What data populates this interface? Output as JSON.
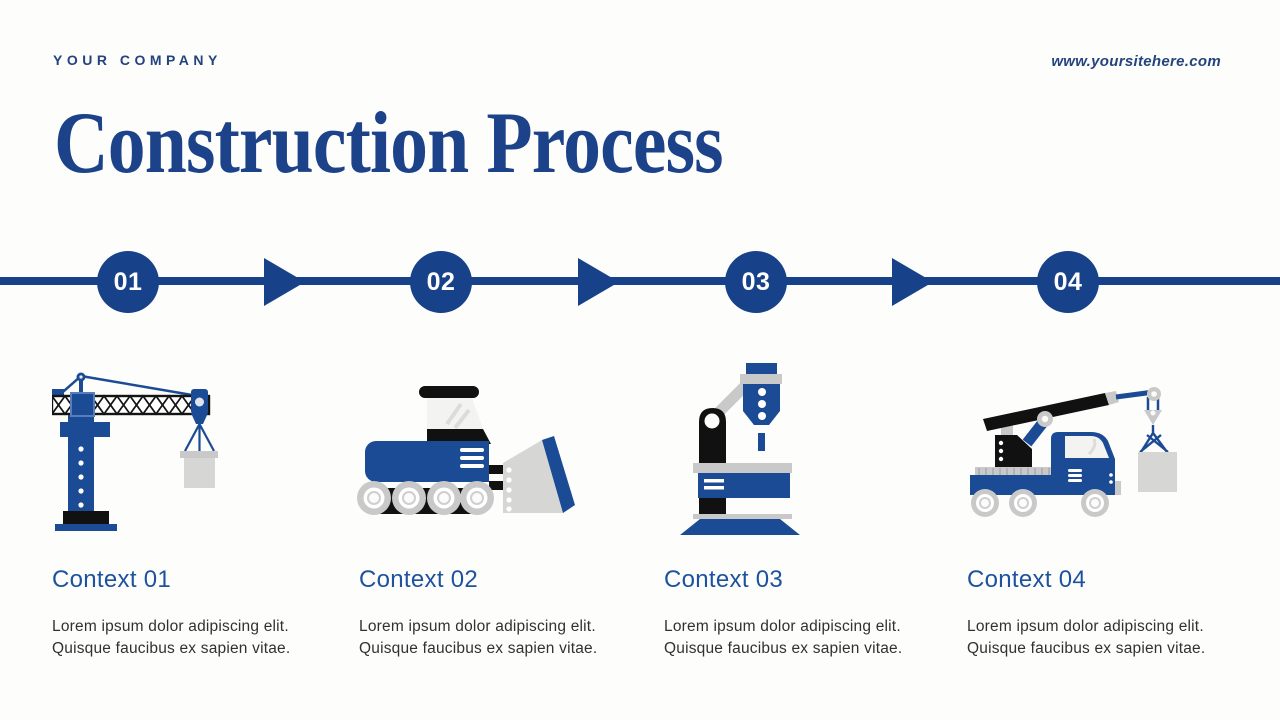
{
  "header": {
    "company": "YOUR COMPANY",
    "website": "www.yoursitehere.com"
  },
  "title": "Construction Process",
  "colors": {
    "primary_navy": "#17428a",
    "title_blue": "#1c4289",
    "heading_blue": "#1d529e",
    "icon_blue": "#1c4b96",
    "body_text": "#313131",
    "background": "#fdfdfb"
  },
  "steps": [
    {
      "number": "01",
      "icon": "tower-crane-icon",
      "heading": "Context 01",
      "body": [
        "Lorem ipsum dolor adipiscing elit.",
        "Quisque faucibus ex sapien vitae."
      ]
    },
    {
      "number": "02",
      "icon": "bulldozer-icon",
      "heading": "Context 02",
      "body": [
        "Lorem ipsum dolor adipiscing elit.",
        "Quisque faucibus ex sapien vitae."
      ]
    },
    {
      "number": "03",
      "icon": "pile-driver-icon",
      "heading": "Context 03",
      "body": [
        "Lorem ipsum dolor adipiscing elit.",
        "Quisque faucibus ex sapien vitae."
      ]
    },
    {
      "number": "04",
      "icon": "crane-truck-icon",
      "heading": "Context 04",
      "body": [
        "Lorem ipsum dolor adipiscing elit.",
        "Quisque faucibus ex sapien vitae."
      ]
    }
  ]
}
